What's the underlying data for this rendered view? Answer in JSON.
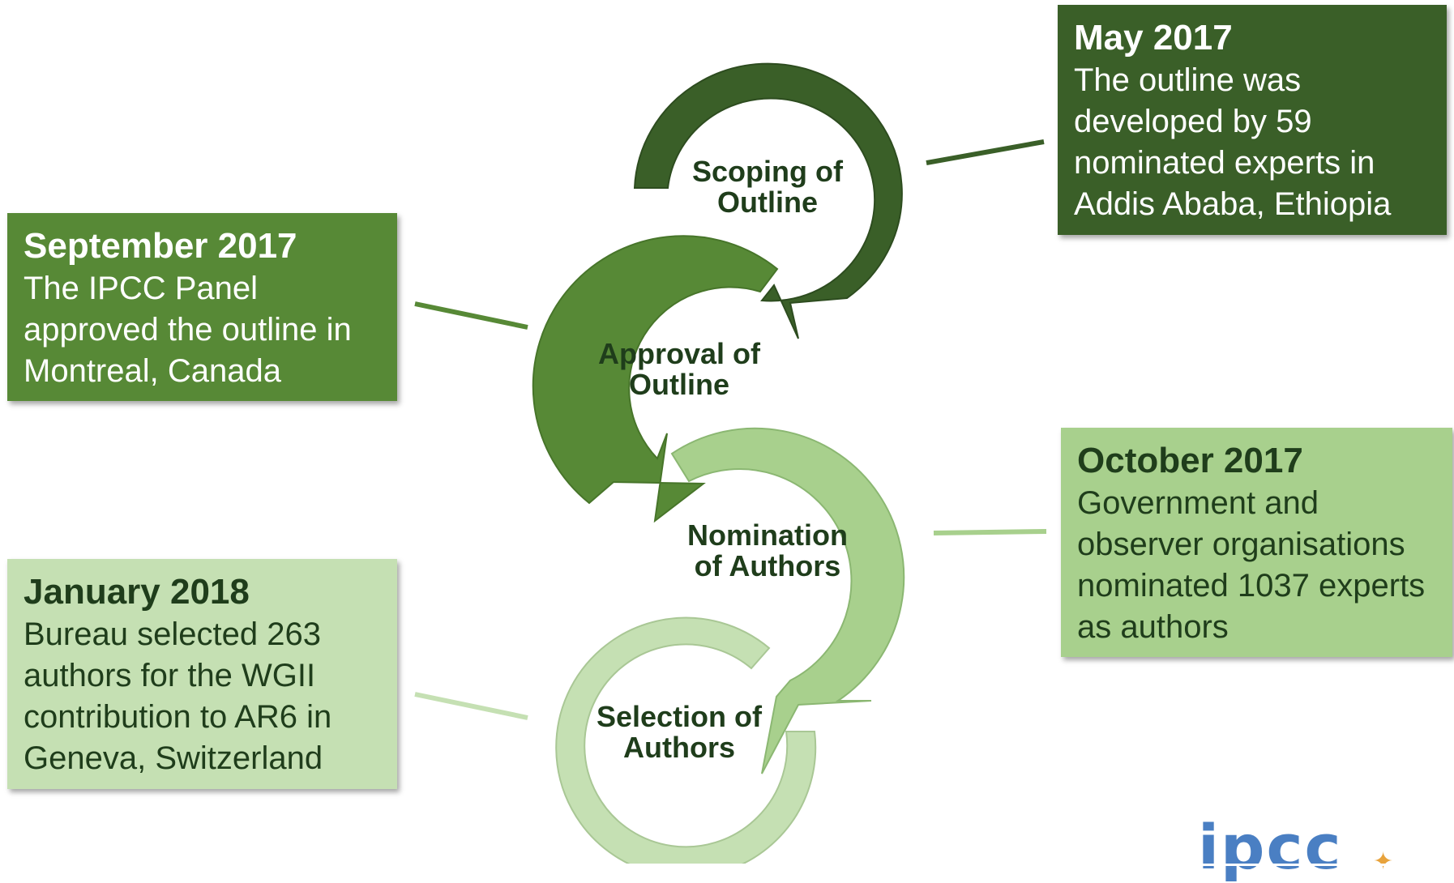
{
  "steps": [
    {
      "label": "Scoping of\nOutline"
    },
    {
      "label": "Approval of\nOutline"
    },
    {
      "label": "Nomination\nof Authors"
    },
    {
      "label": "Selection of\nAuthors"
    }
  ],
  "boxes": {
    "may": {
      "title": "May 2017",
      "body": "The outline was developed by 59 nominated experts in Addis Ababa, Ethiopia"
    },
    "september": {
      "title": "September 2017",
      "body": "The IPCC Panel approved the outline in Montreal, Canada"
    },
    "october": {
      "title": "October 2017",
      "body": "Government and observer organisations nominated 1037 experts as authors"
    },
    "january": {
      "title": "January 2018",
      "body": "Bureau selected 263 authors for the WGII contribution to AR6 in Geneva, Switzerland"
    }
  },
  "logo": {
    "text": "ipcc"
  },
  "colors": {
    "dark_green": "#3a5f28",
    "mid_green": "#578936",
    "light_green": "#a8d08d",
    "pale_green": "#c5e0b3",
    "text_dark": "#1f3d1b",
    "logo_blue": "#4a7fc3"
  }
}
